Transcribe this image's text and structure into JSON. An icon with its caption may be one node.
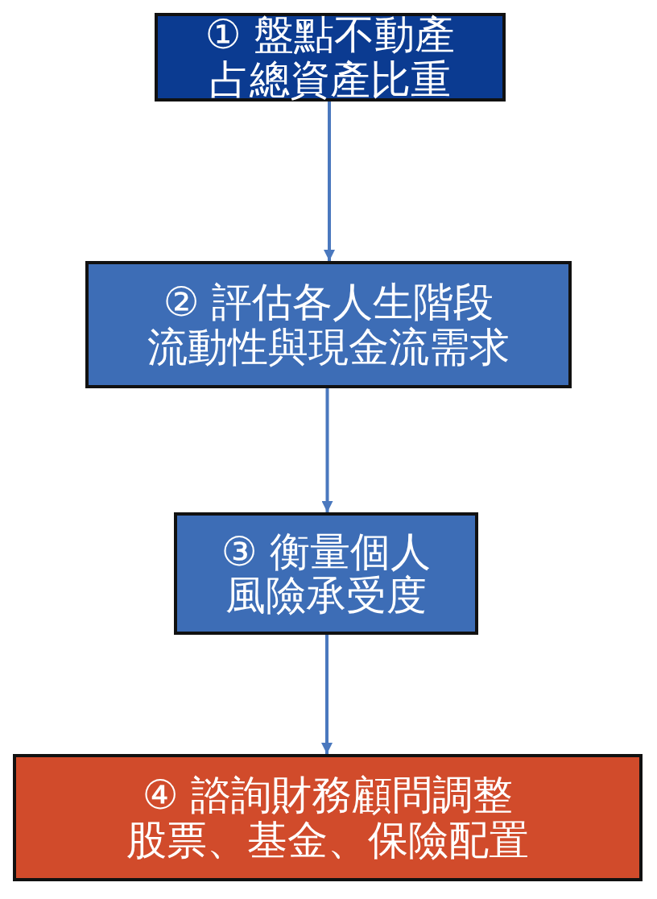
{
  "diagram": {
    "nodes": [
      {
        "text": [
          "① 盤點不動產占總資產比重"
        ]
      },
      {
        "text": [
          "② 評估各人生階段流動性與現金流需求"
        ]
      },
      {
        "text": [
          "③ 衡量個人風險承受度"
        ]
      },
      {
        "text": [
          "④ 諮詢財務顧問調整股票、基金、保險配置"
        ]
      }
    ],
    "edges": [
      {
        "from": 0,
        "to": 1,
        "arrow": "to"
      },
      {
        "from": 1,
        "to": 2,
        "arrow": "to"
      },
      {
        "from": 2,
        "to": 3,
        "arrow": "to"
      }
    ]
  }
}
